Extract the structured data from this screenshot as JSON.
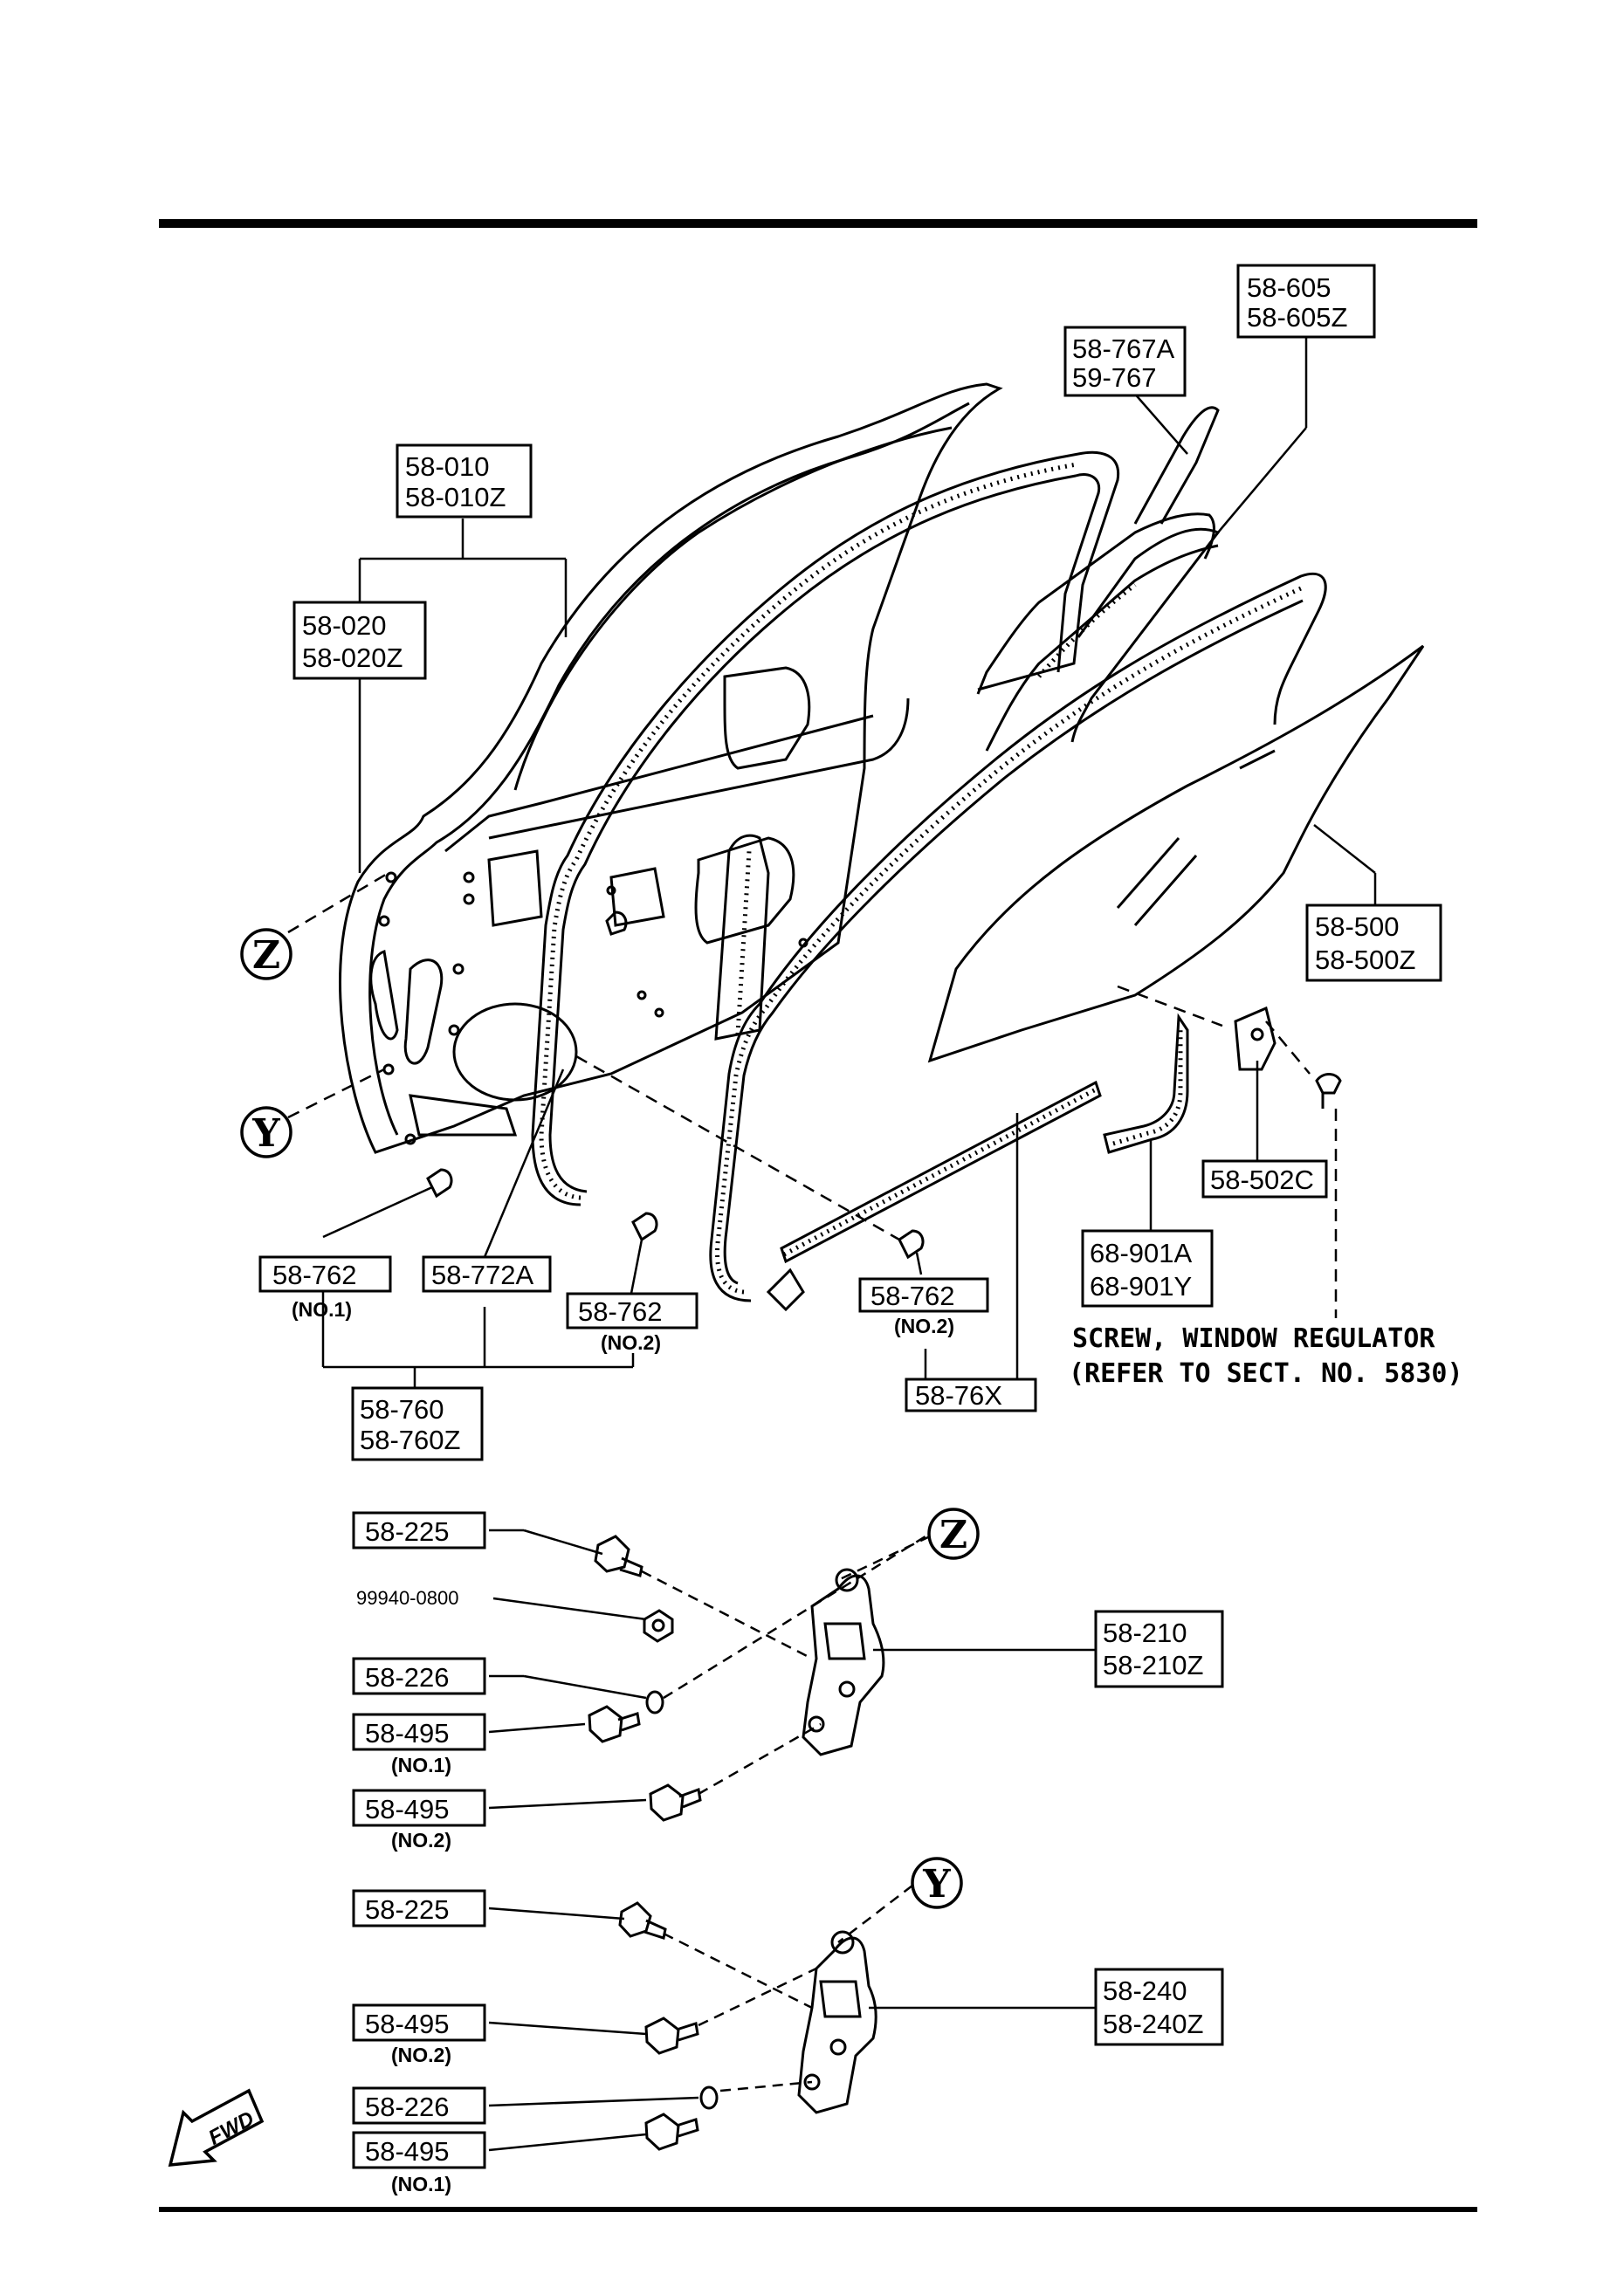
{
  "labels": {
    "l58605": [
      "58-605",
      "58-605Z"
    ],
    "l58767": [
      "58-767A",
      "59-767"
    ],
    "l58010": [
      "58-010",
      "58-010Z"
    ],
    "l58020": [
      "58-020",
      "58-020Z"
    ],
    "l58500": [
      "58-500",
      "58-500Z"
    ],
    "l58502": [
      "58-502C"
    ],
    "l68901": [
      "68-901A",
      "68-901Y"
    ],
    "l58762a": [
      "58-762"
    ],
    "l58772": [
      "58-772A"
    ],
    "l58762b": [
      "58-762"
    ],
    "l58762c": [
      "58-762"
    ],
    "l58760": [
      "58-760",
      "58-760Z"
    ],
    "l5876x": [
      "58-76X"
    ],
    "l58225a": [
      "58-225"
    ],
    "l58226a": [
      "58-226"
    ],
    "l58495a": [
      "58-495"
    ],
    "l58495b": [
      "58-495"
    ],
    "l58210": [
      "58-210",
      "58-210Z"
    ],
    "l58225b": [
      "58-225"
    ],
    "l58495c": [
      "58-495"
    ],
    "l58226b": [
      "58-226"
    ],
    "l58495d": [
      "58-495"
    ],
    "l58240": [
      "58-240",
      "58-240Z"
    ]
  },
  "sublabels": {
    "s58762a": "(NO.1)",
    "s58762b": "(NO.2)",
    "s58762c": "(NO.2)",
    "s58495a": "(NO.1)",
    "s58495b": "(NO.2)",
    "s58495c": "(NO.2)",
    "s58495d": "(NO.1)"
  },
  "unboxed": {
    "part_99940": "99940-0800"
  },
  "note": {
    "line1": "SCREW, WINDOW REGULATOR",
    "line2": "(REFER TO SECT. NO. 5830)"
  },
  "callouts": {
    "z_upper": "Z",
    "y_upper": "Y",
    "z_lower": "Z",
    "y_lower": "Y"
  },
  "arrow": {
    "label": "FWD"
  }
}
